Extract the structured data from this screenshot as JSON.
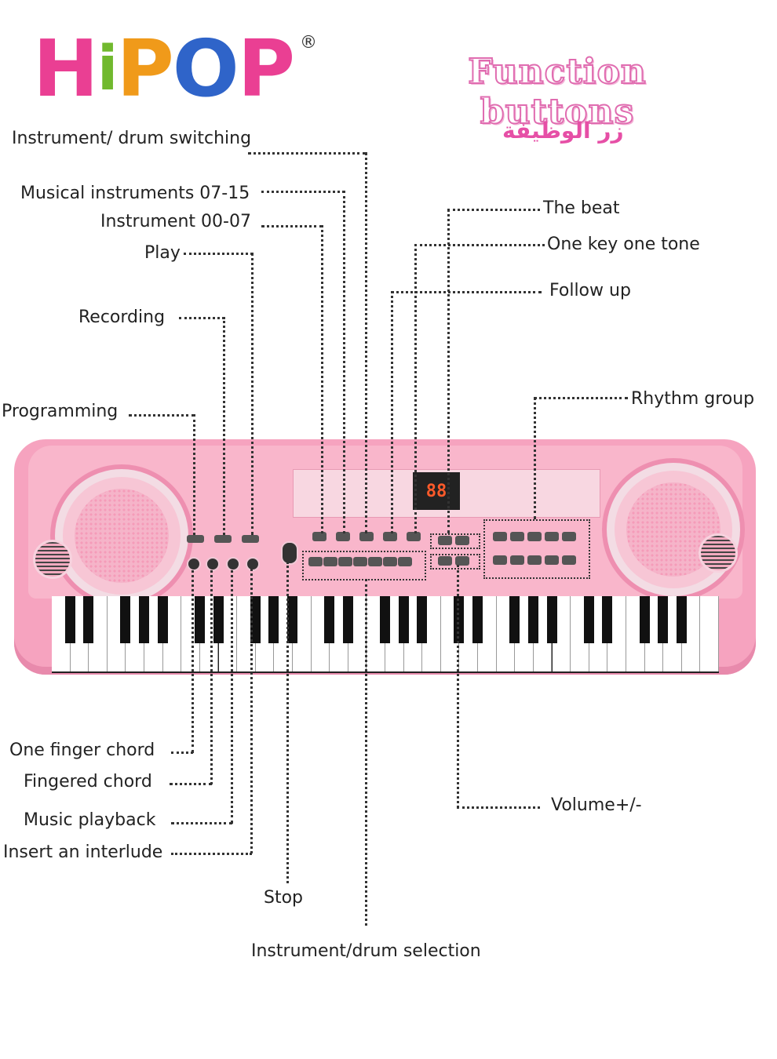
{
  "logo": {
    "letters": [
      "H",
      "i",
      "P",
      "O",
      "P"
    ],
    "registered": "®"
  },
  "title": "Function buttons",
  "subtitle": "زر الوظيفة",
  "display": "88",
  "labels": {
    "instrument_drum_switching": "Instrument/ drum switching",
    "musical_instruments_07_15": "Musical instruments 07-15",
    "instrument_00_07": "Instrument 00-07",
    "play": "Play",
    "recording": "Recording",
    "programming": "Programming",
    "the_beat": "The beat",
    "one_key_one_tone": "One key one tone",
    "follow_up": "Follow up",
    "rhythm_group": "Rhythm group",
    "one_finger_chord": "One finger chord",
    "fingered_chord": "Fingered chord",
    "music_playback": "Music playback",
    "insert_an_interlude": "Insert an interlude",
    "stop": "Stop",
    "instrument_drum_selection": "Instrument/drum selection",
    "volume": "Volume+/-"
  },
  "colors": {
    "pink_body": "#f6a3bf",
    "accent": "#e06cb0"
  }
}
